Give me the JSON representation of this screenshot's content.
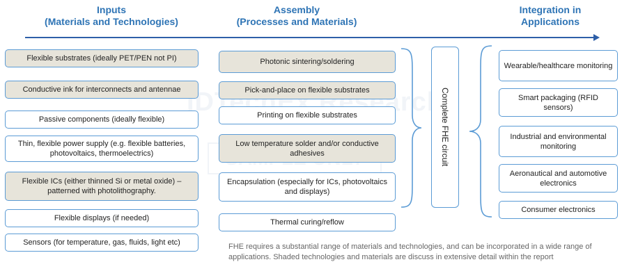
{
  "headers": {
    "inputs": [
      "Inputs",
      "(Materials and Technologies)"
    ],
    "assembly": [
      "Assembly",
      "(Processes and Materials)"
    ],
    "integration": [
      "Integration in",
      "Applications"
    ]
  },
  "inputs": [
    {
      "text": "Flexible substrates (ideally PET/PEN not PI)",
      "shaded": true
    },
    {
      "text": "Conductive ink for interconnects and antennae",
      "shaded": true
    },
    {
      "text": "Passive components (ideally flexible)",
      "shaded": false
    },
    {
      "text": "Thin, flexible power supply (e.g. flexible batteries, photovoltaics, thermoelectrics)",
      "shaded": false
    },
    {
      "text": "Flexible ICs (either thinned Si or metal oxide) – patterned with photolithography.",
      "shaded": true
    },
    {
      "text": "Flexible displays (if needed)",
      "shaded": false
    },
    {
      "text": "Sensors (for temperature, gas, fluids, light etc)",
      "shaded": false
    }
  ],
  "assembly": [
    {
      "text": "Photonic sintering/soldering",
      "shaded": true
    },
    {
      "text": "Pick-and-place on flexible substrates",
      "shaded": true
    },
    {
      "text": "Printing on flexible substrates",
      "shaded": false
    },
    {
      "text": "Low temperature solder and/or conductive adhesives",
      "shaded": true
    },
    {
      "text": "Encapsulation (especially for ICs, photovoltaics and displays)",
      "shaded": false
    },
    {
      "text": "Thermal curing/reflow",
      "shaded": false
    }
  ],
  "center": "Complete FHE circuit",
  "applications": [
    {
      "text": "Wearable/healthcare monitoring"
    },
    {
      "text": "Smart packaging (RFID sensors)"
    },
    {
      "text": "Industrial and environmental monitoring"
    },
    {
      "text": "Aeronautical and automotive electronics"
    },
    {
      "text": "Consumer electronics"
    }
  ],
  "note": "FHE requires a substantial range of materials and technologies, and can be incorporated in a wide range of applications. Shaded technologies and materials are discuss in extensive detail within the report",
  "watermark": [
    "IDTechEx Research",
    "SAMPLE ONLY"
  ],
  "colors": {
    "accent": "#2e74b5",
    "border": "#5b9bd5",
    "shade": "#e7e4da"
  }
}
